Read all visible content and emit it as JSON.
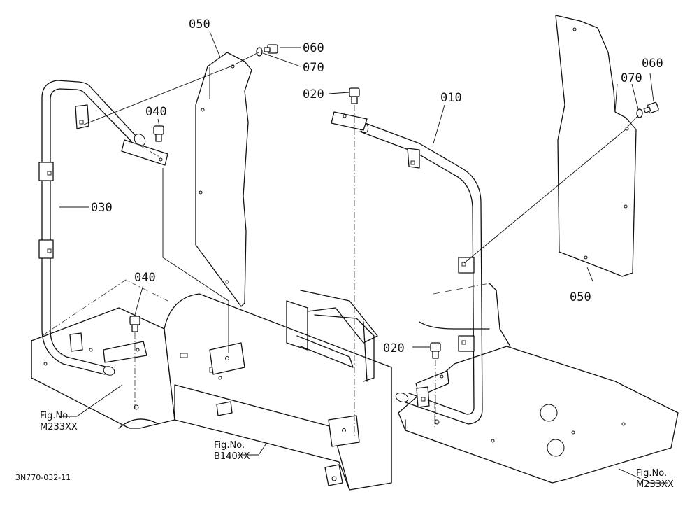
{
  "part_labels": {
    "p050_left": "050",
    "p060_left": "060",
    "p070_left": "070",
    "p040_upper": "040",
    "p040_lower": "040",
    "p030": "030",
    "p020_upper": "020",
    "p010": "010",
    "p060_right": "060",
    "p070_right": "070",
    "p050_right": "050",
    "p020_lower": "020"
  },
  "figure_refs": {
    "left": {
      "line1": "Fig.No.",
      "line2": "M233XX"
    },
    "center": {
      "line1": "Fig.No.",
      "line2": "B140XX"
    },
    "right": {
      "line1": "Fig.No.",
      "line2": "M233XX"
    }
  },
  "drawing_code": "3N770-032-11"
}
